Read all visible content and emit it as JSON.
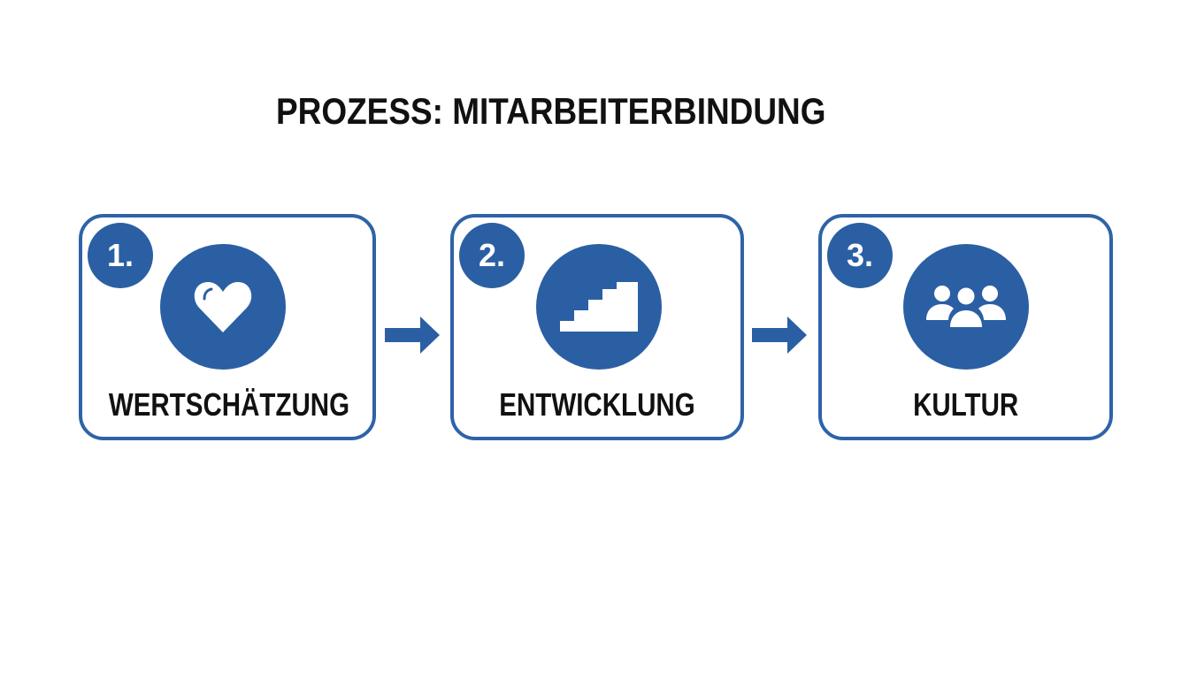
{
  "title": "PROZESS: MITARBEITERBINDUNG",
  "colors": {
    "accent": "#2b5fa3",
    "border": "#2e63a7",
    "text": "#111111",
    "background": "#ffffff"
  },
  "steps": [
    {
      "number": "1.",
      "label": "WERTSCHÄTZUNG",
      "icon": "heart-icon"
    },
    {
      "number": "2.",
      "label": "ENTWICKLUNG",
      "icon": "stairs-icon"
    },
    {
      "number": "3.",
      "label": "KULTUR",
      "icon": "people-group-icon"
    }
  ],
  "connectors": [
    {
      "from": "1.",
      "to": "2.",
      "icon": "arrow-right-icon"
    },
    {
      "from": "2.",
      "to": "3.",
      "icon": "arrow-right-icon"
    }
  ]
}
